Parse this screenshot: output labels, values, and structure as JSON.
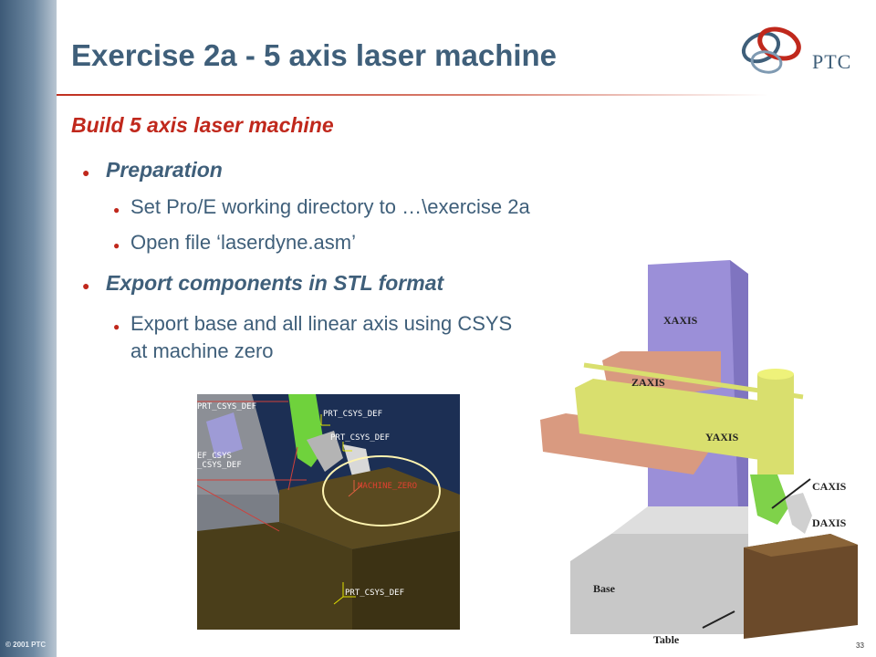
{
  "slide": {
    "title": "Exercise 2a - 5 axis laser machine",
    "logo_text": "PTC",
    "subtitle": "Build 5 axis laser machine",
    "bullets": [
      {
        "label": "Preparation"
      },
      {
        "label": "Set Pro/E working directory to …\\exercise 2a"
      },
      {
        "label": "Open file ‘laserdyne.asm’"
      },
      {
        "label": "Export components in STL format"
      },
      {
        "label": "Export base and all linear axis using CSYS",
        "label_line2": "at machine zero"
      }
    ],
    "copyright": "© 2001 PTC",
    "page_number": "33"
  },
  "screenshot_labels": {
    "csys_top_left": "PRT_CSYS_DEF",
    "csys_top_center": "PRT_CSYS_DEF",
    "csys_right": "PRT_CSYS_DEF",
    "csys_left_a": "EF_CSYS",
    "csys_left_b": "_CSYS_DEF",
    "machine_zero": "MACHINE_ZERO",
    "csys_bottom": "PRT_CSYS_DEF"
  },
  "machine_labels": {
    "xaxis": "XAXIS",
    "zaxis": "ZAXIS",
    "yaxis": "YAXIS",
    "caxis": "CAXIS",
    "daxis": "DAXIS",
    "base": "Base",
    "table": "Table"
  },
  "colors": {
    "title": "#3f5f7a",
    "accent_red": "#c0281c",
    "xaxis_purple": "#9b8fd8",
    "zaxis_salmon": "#d99a80",
    "yaxis_yellow": "#d9df6e",
    "table_brown": "#6b4a2a",
    "base_grey": "#c8c8c8",
    "caxis_green": "#7fd24a"
  }
}
